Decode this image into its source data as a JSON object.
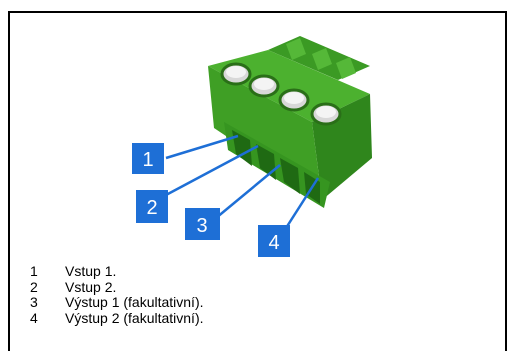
{
  "colors": {
    "connector_green": "#43a82a",
    "connector_dark": "#2e7f1c",
    "connector_light": "#6ccc4a",
    "label_blue": "#1e6fd6",
    "leader_blue": "#1e6fd6"
  },
  "callouts": [
    {
      "num": "1"
    },
    {
      "num": "2"
    },
    {
      "num": "3"
    },
    {
      "num": "4"
    }
  ],
  "legend": [
    {
      "num": "1",
      "text": "Vstup 1."
    },
    {
      "num": "2",
      "text": "Vstup 2."
    },
    {
      "num": "3",
      "text": "Výstup 1 (fakultativní)."
    },
    {
      "num": "4",
      "text": "Výstup 2 (fakultativní)."
    }
  ]
}
